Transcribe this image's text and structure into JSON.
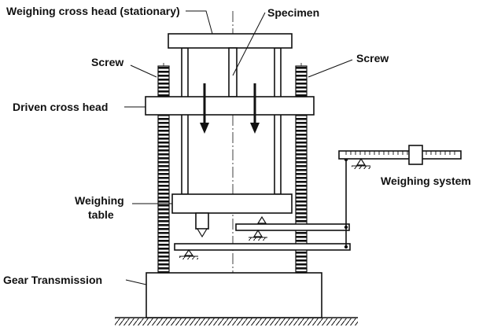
{
  "labels": {
    "weighing_cross_head": "Weighing cross head (stationary)",
    "specimen": "Specimen",
    "screw_left": "Screw",
    "screw_right": "Screw",
    "driven_cross_head": "Driven cross head",
    "weighing_system": "Weighing system",
    "weighing_table_line1": "Weighing",
    "weighing_table_line2": "table",
    "gear_transmission": "Gear Transmission"
  }
}
